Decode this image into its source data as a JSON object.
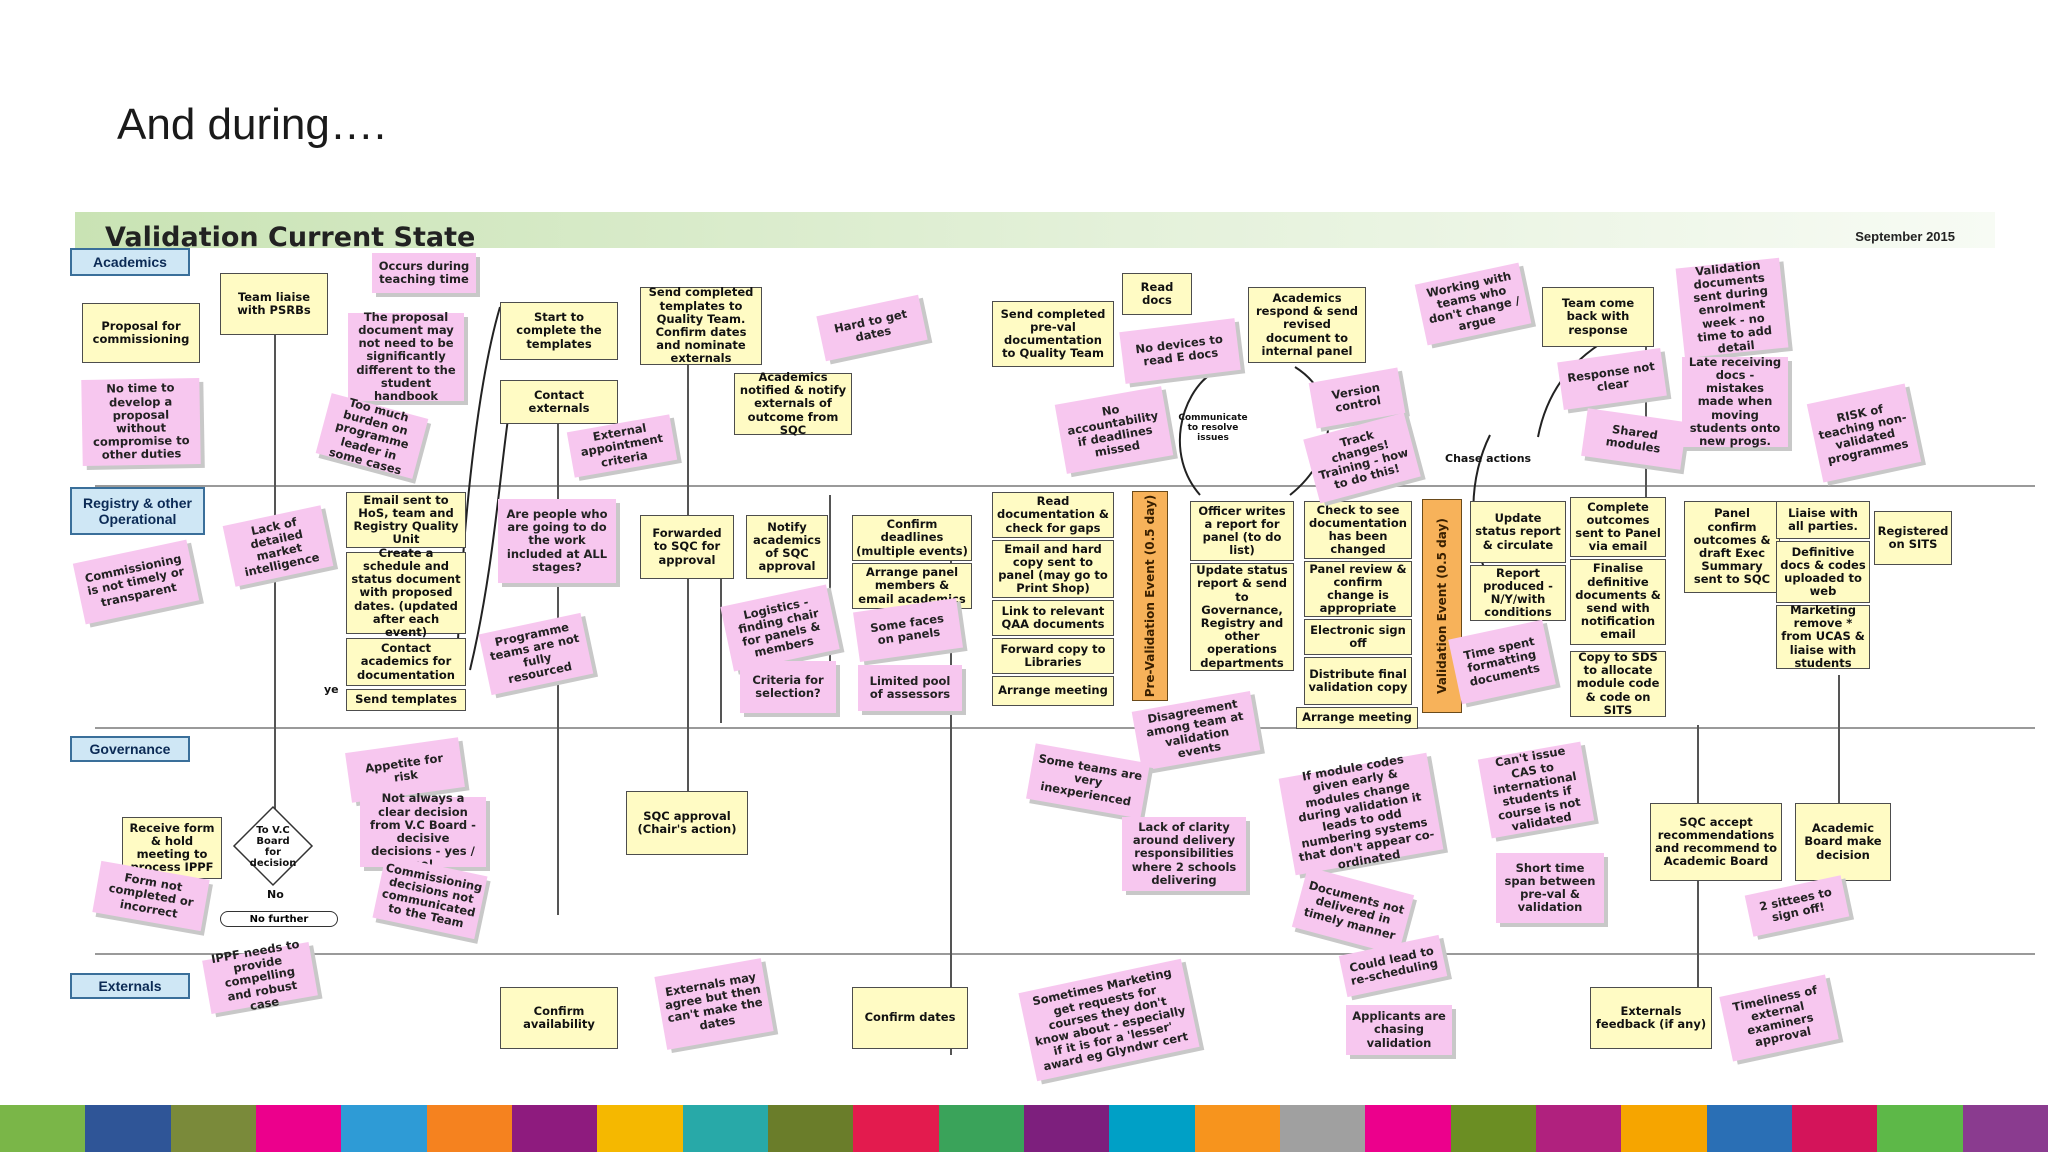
{
  "slide_title": "And during….",
  "diagram": {
    "title": "Validation Current State",
    "date": "September 2015",
    "lanes": [
      "Academics",
      "Registry & other Operational",
      "Governance",
      "Externals"
    ],
    "boxes": [
      "Proposal for commissioning",
      "Team liaise with PSRBs",
      "Start to complete the templates",
      "Contact externals",
      "Send completed templates to Quality Team. Confirm dates and nominate externals",
      "Academics notified & notify externals of outcome from SQC",
      "Send completed pre-val documentation to Quality Team",
      "Read docs",
      "Academics respond & send revised document to internal panel",
      "Team come back with response",
      "Email sent to HoS, team and Registry Quality Unit",
      "Create a schedule and status document with proposed dates. (updated after each event)",
      "Contact academics for documentation",
      "Send templates",
      "Forwarded to SQC for approval",
      "Notify academics of SQC approval",
      "Confirm deadlines (multiple events)",
      "Arrange panel members & email academics",
      "Read documentation & check for gaps",
      "Email and hard copy sent to panel (may go to Print Shop)",
      "Link to relevant QAA documents",
      "Forward copy to Libraries",
      "Arrange meeting",
      "Officer writes a report for panel (to do list)",
      "Update status report & send to Governance, Registry and other operations departments",
      "Check to see documentation has been changed",
      "Panel review & confirm change is appropriate",
      "Electronic sign off",
      "Distribute final validation copy",
      "Arrange meeting",
      "Update status report & circulate",
      "Report produced - N/Y/with conditions",
      "Complete outcomes sent to Panel via email",
      "Finalise definitive documents & send with notification email",
      "Copy to SDS to allocate module code & code on SITS",
      "Panel confirm outcomes & draft Exec Summary sent to SQC",
      "Liaise with all parties.",
      "Definitive docs & codes uploaded to web",
      "Marketing remove * from UCAS & liaise with students",
      "Registered on SITS",
      "Receive form & hold meeting to process IPPF",
      "SQC approval (Chair's action)",
      "SQC accept recommendations and recommend to Academic Board",
      "Academic Board make decision",
      "Confirm availability",
      "Confirm dates",
      "Externals feedback (if any)"
    ],
    "events": [
      "Pre-Validation Event (0.5 day)",
      "Validation Event (0.5 day)"
    ],
    "decision": "To V.C Board for decision",
    "decision_no": "No",
    "decision_yes": "ye",
    "no_further": "No further",
    "annotations": [
      "Communicate to resolve issues",
      "Chase actions"
    ],
    "stickies": [
      "No time to develop a proposal without compromise to other duties",
      "Occurs during teaching time",
      "The proposal document may not need to be significantly different to the student handbook",
      "Too much burden on programme leader in some cases",
      "External appointment criteria",
      "Hard to get dates",
      "No devices to read E docs",
      "No accountability if deadlines missed",
      "Working with teams who don't change / argue",
      "Version control",
      "Track changes! Training - how to do this!",
      "Response not clear",
      "Shared modules",
      "Validation documents sent during enrolment week - no time to add detail",
      "Late receiving docs - mistakes made when moving students onto new progs.",
      "RISK of teaching non-validated programmes",
      "Commissioning is not timely or transparent",
      "Lack of detailed market intelligence",
      "Are people who are going to do the work included at ALL stages?",
      "Programme teams are not fully resourced",
      "Logistics - finding chair for panels & members",
      "Criteria for selection?",
      "Some faces on panels",
      "Limited pool of assessors",
      "Disagreement among team at validation events",
      "Time spent formatting documents",
      "Appetite for risk",
      "Not always a clear decision from V.C Board - decisive decisions - yes / no!",
      "Commissioning decisions not communicated to the Team",
      "Form not completed or incorrect",
      "Some teams are very inexperienced",
      "Lack of clarity around delivery responsibilities where 2 schools delivering",
      "If module codes given early & modules change during validation it leads to odd numbering systems that don't appear co-ordinated",
      "Can't issue CAS to international students if course is not validated",
      "Short time span between pre-val & validation",
      "Documents not delivered in timely manner",
      "2 sittees to sign off!",
      "IPPF needs to provide compelling and robust case",
      "Externals may agree but then can't make the dates",
      "Sometimes Marketing get requests for courses they don't know about - especially if it is for a 'lesser' award eg Glyndwr cert",
      "Could lead to re-scheduling",
      "Applicants are chasing validation",
      "Timeliness of external examiners approval"
    ]
  },
  "stripe_colors": [
    "#7ab648",
    "#2f5597",
    "#7a8a3a",
    "#ec008c",
    "#2e9bd6",
    "#f5821f",
    "#8e1b7e",
    "#f5b800",
    "#28a9a8",
    "#6a7d2a",
    "#e31b4e",
    "#3aa35a",
    "#7d1f7d",
    "#00a0c6",
    "#f7941d",
    "#a0a0a0",
    "#ec008c",
    "#6b8e23",
    "#b0217e",
    "#f6a500",
    "#2a6fb5",
    "#d4145a",
    "#5db848",
    "#8a3b8f"
  ]
}
